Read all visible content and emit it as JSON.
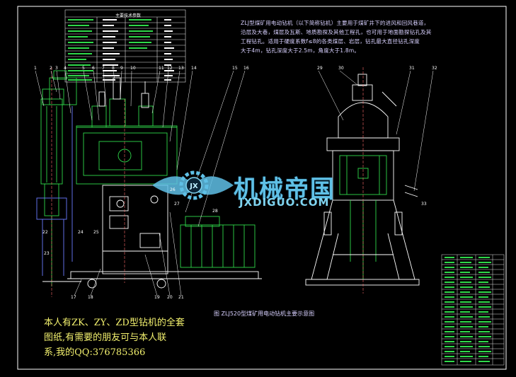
{
  "notes": {
    "lines": [
      "ZLJ型煤矿用电动钻机（以下简称钻机）主要用于煤矿井下的进风和回风巷道，",
      "沿层及大巷，煤层及瓦斯、地质勘探及其他工程孔，也可用于地面勘探钻孔及其他",
      "工程钻孔。适用于硬度系数f≤8的各类煤层、岩层，钻孔最大直径钻孔深度",
      "大于4m，钻孔深度大于2.5m，角度大于1.8m。"
    ]
  },
  "caption": "图 ZLJ520型煤矿用电动钻机主要示意图",
  "contact": {
    "lines": [
      "本人有ZK、ZY、ZD型钻机的全套",
      "图纸,有需要的朋友可与本人联",
      "系,我的QQ:376785366"
    ]
  },
  "watermark": {
    "text": "机械帝国",
    "sub": "JXDIGUO.COM",
    "badge": "JX"
  },
  "colors": {
    "background": "#000000",
    "frame": "#ffffff",
    "lines_primary": "#ffffff",
    "lines_green": "#2fd84a",
    "lines_blue": "#6c7bff",
    "watermark": "#5fc0e6",
    "contact_text": "#f2f06e"
  },
  "callouts": {
    "left": [
      "1",
      "2",
      "3",
      "4",
      "5",
      "6",
      "7",
      "8",
      "9",
      "10",
      "11",
      "12",
      "13",
      "14",
      "15",
      "16",
      "17",
      "18",
      "19",
      "20",
      "21",
      "22",
      "23",
      "24",
      "25",
      "26",
      "27",
      "28"
    ],
    "right": [
      "29",
      "30",
      "31",
      "32",
      "33"
    ]
  },
  "param_table": {
    "title": "主要技术参数"
  }
}
